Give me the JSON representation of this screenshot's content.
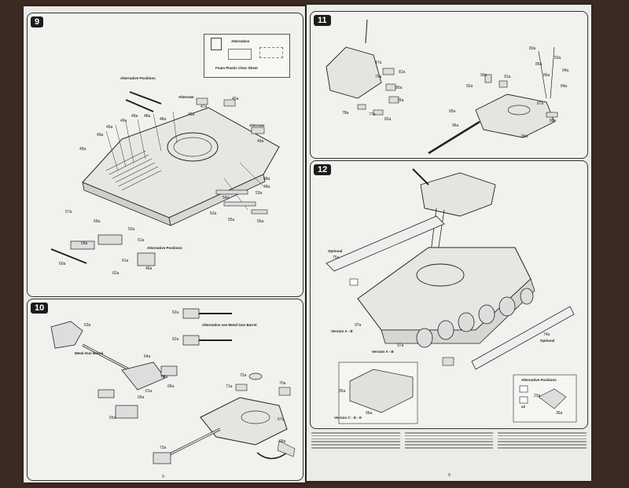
{
  "steps": {
    "s9": {
      "number": "9"
    },
    "s10": {
      "number": "10"
    },
    "s11": {
      "number": "11"
    },
    "s12": {
      "number": "12"
    }
  },
  "s9_labels": [
    "49a",
    "49a",
    "49a",
    "49a",
    "48a",
    "48a",
    "49a",
    "49a",
    "48a",
    "48a",
    "52a",
    "53a",
    "54a",
    "55a",
    "56a",
    "57a",
    "58a",
    "59a",
    "60a",
    "61a",
    "62a",
    "51a",
    "50a",
    "45a",
    "47a",
    "46a",
    "49a"
  ],
  "s9_callouts": {
    "alt_pos_1": "Alternative Positions",
    "alt_pos_2": "Alternative Positions",
    "alt_1": "Alternate",
    "alt_2": "Alternate",
    "inset_title": "Alternative",
    "inset_caption": "Foam Plastic Clear Sheet"
  },
  "s10_labels": [
    "63a",
    "64a",
    "65a",
    "66a",
    "67a",
    "68a",
    "69a",
    "70a",
    "71a",
    "72a",
    "73a",
    "62a",
    "62a",
    "66a",
    "61a"
  ],
  "s10_callouts": {
    "mg_barrel": "Metal Gun Barrel",
    "alt_mg": "Alternative use Metal Gun Barrel"
  },
  "s11_labels": [
    "47a",
    "76a",
    "79a",
    "80a",
    "81a",
    "78a",
    "77a",
    "82a",
    "83a",
    "84a",
    "85a",
    "86a",
    "87a",
    "88a",
    "89a",
    "90a",
    "91a",
    "92a",
    "93a",
    "94a",
    "95a",
    "96a"
  ],
  "s12_labels": [
    "75a",
    "74a",
    "97a",
    "97a",
    "95a",
    "96a",
    "23a",
    "36a"
  ],
  "s12_callouts": {
    "optional_1": "Optional",
    "optional_2": "Optional",
    "version_ab_1": "Version A - B",
    "version_ab_2": "Version A - B",
    "version_cde": "Version C - D - E",
    "alt_pos": "Alternative Positions",
    "x2": "x2"
  },
  "page_numbers": {
    "left": "9",
    "right": "9"
  }
}
